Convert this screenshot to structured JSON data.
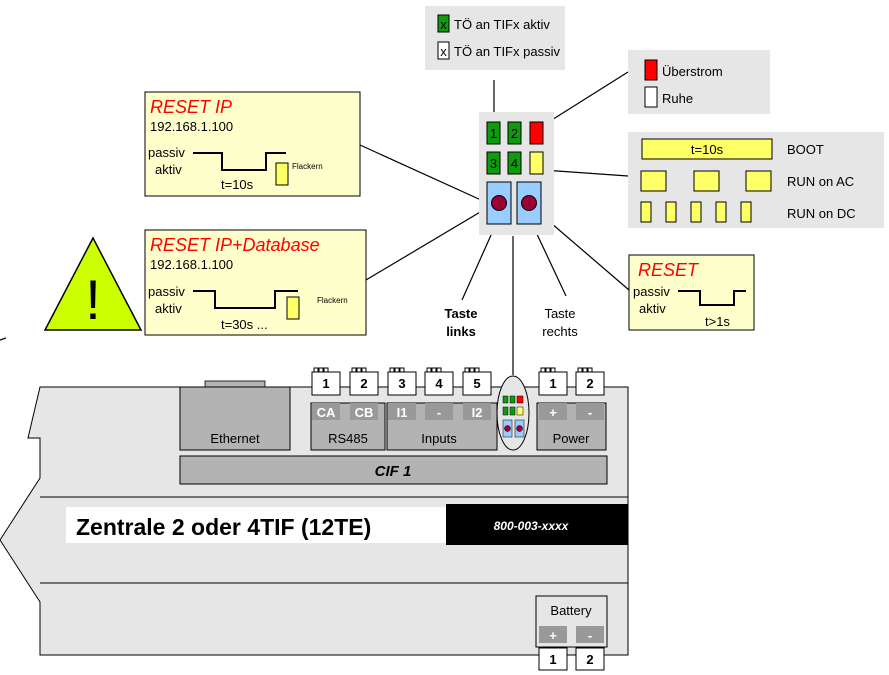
{
  "legend_to": {
    "aktiv_mark": "x",
    "aktiv_label": "TÖ an TIFx aktiv",
    "passiv_mark": "x",
    "passiv_label": "TÖ an TIFx passiv",
    "colors": {
      "green": "#109a10",
      "white": "#ffffff"
    }
  },
  "legend_status": {
    "ueberstrom": "Überstrom",
    "ruhe": "Ruhe",
    "colors": {
      "red": "#ff0000",
      "white": "#ffffff"
    }
  },
  "legend_blink": {
    "boot_bar": "t=10s",
    "boot": "BOOT",
    "run_ac": "RUN on AC",
    "run_dc": "RUN on DC",
    "color": "#ffff66"
  },
  "reset_ip": {
    "title": "RESET IP",
    "address": "192.168.1.100",
    "passiv": "passiv",
    "aktiv": "aktiv",
    "time": "t=10s",
    "flicker": "Flackern"
  },
  "reset_ip_db": {
    "title": "RESET IP+Database",
    "address": "192.168.1.100",
    "passiv": "passiv",
    "aktiv": "aktiv",
    "time": "t=30s ...",
    "flicker": "Flackern"
  },
  "reset": {
    "title": "RESET",
    "passiv": "passiv",
    "aktiv": "aktiv",
    "time": "t>1s"
  },
  "warning": {
    "mark": "!",
    "color": "#ccff00"
  },
  "led_panel": {
    "led1": "1",
    "led2": "2",
    "led3": "3",
    "led4": "4"
  },
  "taste_links": "Taste\nlinks",
  "taste_links_l1": "Taste",
  "taste_links_l2": "links",
  "taste_rechts_l1": "Taste",
  "taste_rechts_l2": "rechts",
  "device": {
    "ethernet": "Ethernet",
    "rs485": "RS485",
    "inputs": "Inputs",
    "power": "Power",
    "cif": "CIF 1",
    "name": "Zentrale 2 oder 4TIF  (12TE)",
    "part_no": "800-003-xxxx",
    "battery": "Battery",
    "terminals": [
      {
        "num": "1",
        "sig": "CA"
      },
      {
        "num": "2",
        "sig": "CB"
      },
      {
        "num": "3",
        "sig": "I1"
      },
      {
        "num": "4",
        "sig": "-"
      },
      {
        "num": "5",
        "sig": "I2"
      }
    ],
    "power_terminals": [
      {
        "num": "1",
        "sig": "+"
      },
      {
        "num": "2",
        "sig": "-"
      }
    ],
    "battery_terminals": [
      {
        "num": "1",
        "sig": "+"
      },
      {
        "num": "2",
        "sig": "-"
      }
    ]
  }
}
